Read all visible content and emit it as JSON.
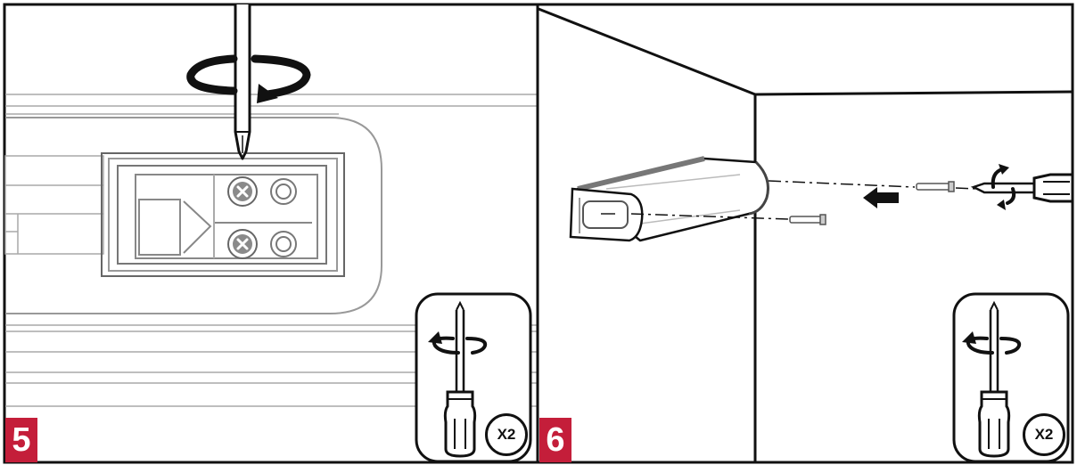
{
  "panels": [
    {
      "step_number": "5",
      "tool_icon": "screwdriver-icon",
      "quantity_label": "X2"
    },
    {
      "step_number": "6",
      "tool_icon": "screwdriver-icon",
      "quantity_label": "X2"
    }
  ],
  "colors": {
    "badge_red": "#c41e3a",
    "line_dark": "#111111",
    "line_light": "#9a9a9a",
    "screw_gray": "#8a8a8a"
  }
}
